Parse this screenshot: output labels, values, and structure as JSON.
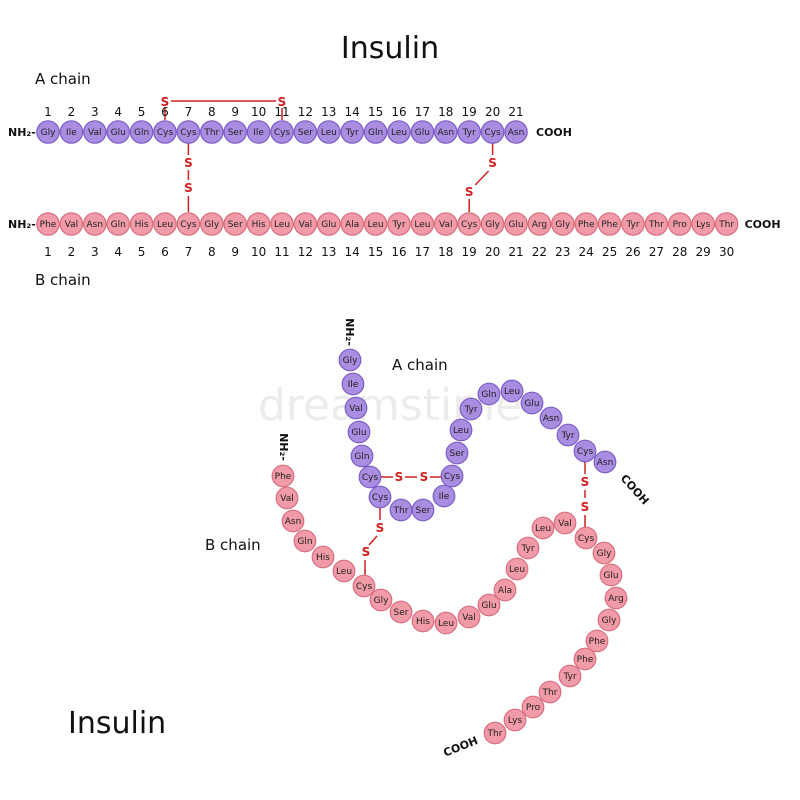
{
  "title_top": "Insulin",
  "title_bottom": "Insulin",
  "watermark": "dreamstime",
  "a_chain_label": "A chain",
  "b_chain_label": "B chain",
  "a_chain_label_3d": "A chain",
  "b_chain_label_3d": "B chain",
  "nh2": "NH₂-",
  "cooh": "COOH",
  "sulfur": "S",
  "a_chain": [
    "Gly",
    "Ile",
    "Val",
    "Glu",
    "Gln",
    "Cys",
    "Cys",
    "Thr",
    "Ser",
    "Ile",
    "Cys",
    "Ser",
    "Leu",
    "Tyr",
    "Gln",
    "Leu",
    "Glu",
    "Asn",
    "Tyr",
    "Cys",
    "Asn"
  ],
  "b_chain": [
    "Phe",
    "Val",
    "Asn",
    "Gln",
    "His",
    "Leu",
    "Cys",
    "Gly",
    "Ser",
    "His",
    "Leu",
    "Val",
    "Glu",
    "Ala",
    "Leu",
    "Tyr",
    "Leu",
    "Val",
    "Cys",
    "Gly",
    "Glu",
    "Arg",
    "Gly",
    "Phe",
    "Phe",
    "Tyr",
    "Thr",
    "Pro",
    "Lys",
    "Thr"
  ],
  "a_numbers": [
    "1",
    "2",
    "3",
    "4",
    "5",
    "6",
    "7",
    "8",
    "9",
    "10",
    "11",
    "12",
    "13",
    "14",
    "15",
    "16",
    "17",
    "18",
    "19",
    "20",
    "21"
  ],
  "b_numbers": [
    "1",
    "2",
    "3",
    "4",
    "5",
    "6",
    "7",
    "8",
    "9",
    "10",
    "11",
    "12",
    "13",
    "14",
    "15",
    "16",
    "17",
    "18",
    "19",
    "20",
    "21",
    "22",
    "23",
    "24",
    "25",
    "26",
    "27",
    "28",
    "29",
    "30"
  ],
  "colors": {
    "a_fill": "#a98de0",
    "a_stroke": "#7a5cc4",
    "b_fill": "#f19aa8",
    "b_stroke": "#d66d7e",
    "disulfide": "#d02020"
  }
}
